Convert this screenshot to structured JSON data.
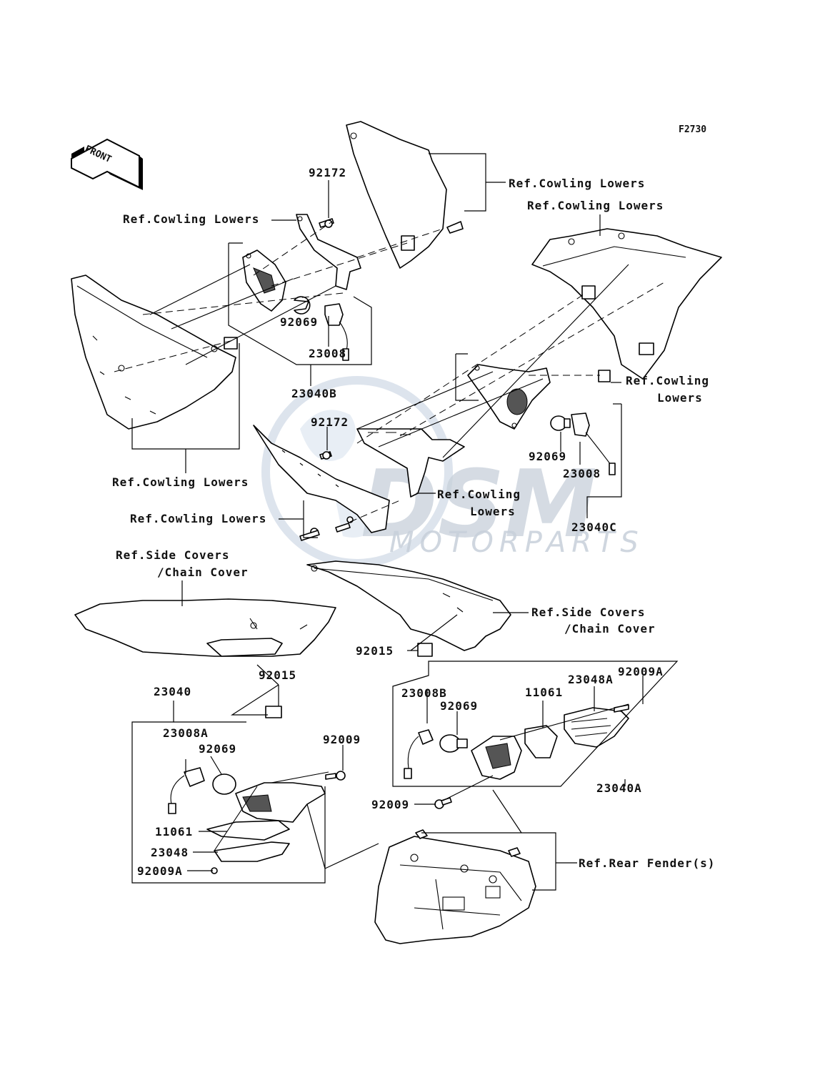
{
  "figure_code": "F2730",
  "front_badge": "FRONT",
  "watermark": {
    "main": "DSM",
    "sub": "MOTORPARTS"
  },
  "labels": {
    "ref_cowling_lowers": "Ref.Cowling Lowers",
    "ref_cowling": "Ref.Cowling",
    "lowers": "Lowers",
    "ref_side_covers": "Ref.Side Covers",
    "chain_cover": "/Chain Cover",
    "ref_rear_fender": "Ref.Rear Fender(s)"
  },
  "part_numbers": {
    "p92172": "92172",
    "p92069": "92069",
    "p23008": "23008",
    "p23040B": "23040B",
    "p23040C": "23040C",
    "p92015": "92015",
    "p23040": "23040",
    "p23008A": "23008A",
    "p92009": "92009",
    "p11061": "11061",
    "p23048": "23048",
    "p92009A": "92009A",
    "p23008B": "23008B",
    "p23048A": "23048A",
    "p23040A": "23040A"
  }
}
